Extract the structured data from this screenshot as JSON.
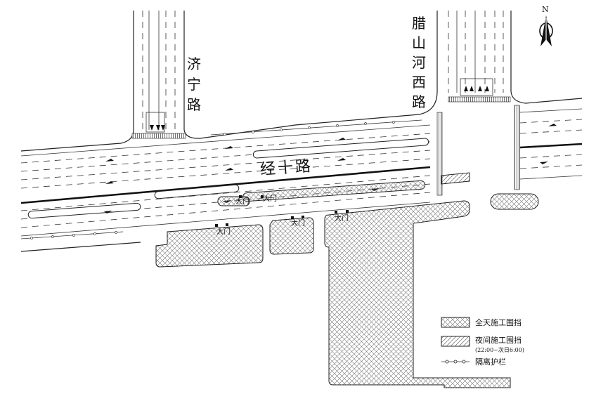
{
  "roads": {
    "main": "经十路",
    "north_left": "济宁路",
    "north_right": "腊山河西路"
  },
  "compass": {
    "north_label": "N",
    "icon": "compass-north-arrow"
  },
  "gates": [
    "大门",
    "大门",
    "大门",
    "大门",
    "大门"
  ],
  "legend": {
    "full_day": "全天施工围挡",
    "night": "夜间施工围挡",
    "night_hours": "(22:00~次日6:00)",
    "barrier": "隔离护栏"
  },
  "colors": {
    "line": "#222222",
    "background": "#ffffff"
  }
}
